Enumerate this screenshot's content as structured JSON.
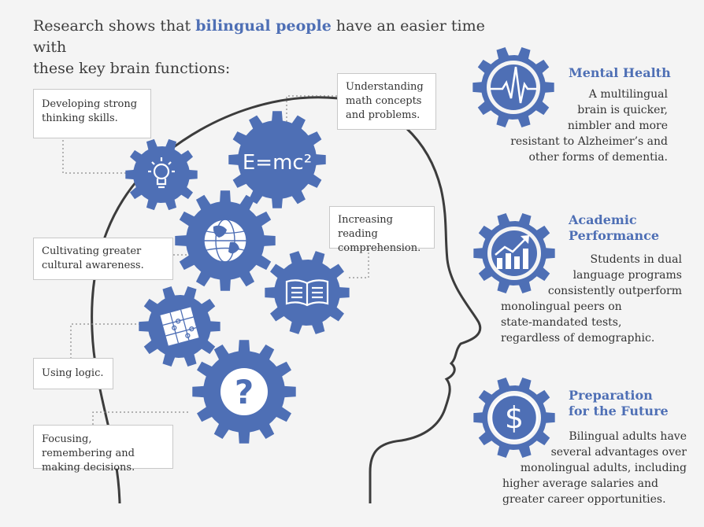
{
  "headline": {
    "line1_pre": "Research shows that ",
    "line1_highlight": "bilingual people",
    "line1_post": " have an easier time with",
    "line2": "these key brain functions:"
  },
  "brain_functions": {
    "thinking": "Developing strong thinking skills.",
    "math": "Understanding math concepts and problems.",
    "reading": "Increasing reading comprehension.",
    "culture": "Cultivating greater cultural awareness.",
    "logic": "Using logic.",
    "focus": "Focusing, remembering and making decisions."
  },
  "gears": {
    "formula": "E=mc²",
    "question": "?",
    "dollar": "$"
  },
  "benefits": {
    "mental_health": {
      "title": "Mental Health",
      "lines": [
        "A multilingual",
        "brain is quicker,",
        "nimbler and more",
        "resistant to Alzheimer’s and",
        "other forms of dementia."
      ]
    },
    "academic": {
      "title_lines": [
        "Academic",
        "Performance"
      ],
      "lines": [
        "Students in dual",
        "language programs",
        "consistently outperform",
        "monolingual peers on",
        "state-mandated tests,",
        "regardless of demographic."
      ]
    },
    "future": {
      "title_lines": [
        "Preparation",
        "for the Future"
      ],
      "lines": [
        "Bilingual adults have",
        "several advantages over",
        "monolingual adults, including",
        "higher average salaries and",
        "greater career opportunities."
      ]
    }
  },
  "colors": {
    "gear": "#4e6fb5",
    "gear_ring": "#4a6aac",
    "accent_text": "#4e6fb5",
    "outline": "#3c3c3c"
  },
  "icons": [
    "lightbulb-icon",
    "formula-icon",
    "globe-icon",
    "book-icon",
    "puzzle-icon",
    "question-icon",
    "heartbeat-icon",
    "growth-chart-icon",
    "dollar-icon"
  ]
}
